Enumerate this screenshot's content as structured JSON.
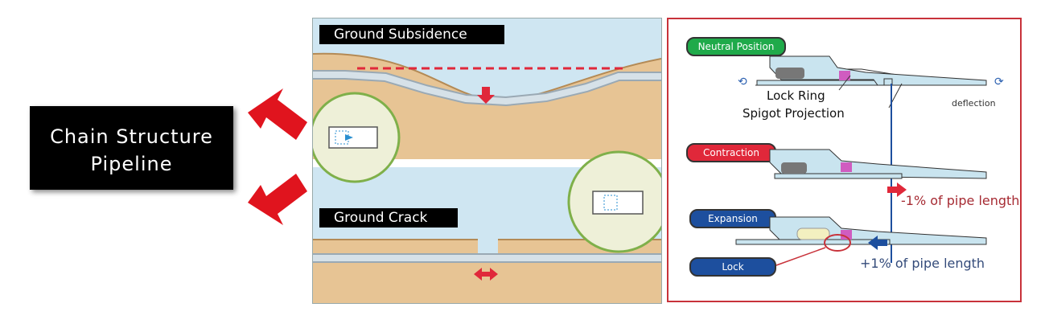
{
  "main_label": {
    "line1": "Chain Structure",
    "line2": "Pipeline"
  },
  "scenes": {
    "subsidence_label": "Ground Subsidence",
    "crack_label": "Ground Crack"
  },
  "joint_diagram": {
    "states": {
      "neutral": "Neutral Position",
      "contraction": "Contraction",
      "expansion": "Expansion",
      "lock": "Lock"
    },
    "parts": {
      "lock_ring": "Lock Ring",
      "spigot_projection": "Spigot Projection",
      "deflection": "deflection"
    },
    "limits": {
      "contraction": "-1% of pipe length",
      "expansion": "+1% of pipe length"
    }
  },
  "colors": {
    "neutral": "#1faa4a",
    "contraction": "#e0283a",
    "expansion": "#1d4f9e",
    "lock": "#1d4f9e",
    "frame": "#c8323a",
    "arrow": "#e0141e",
    "sky": "#cfe6f2",
    "ground": "#e7c494",
    "pipe": "#c9d6df",
    "joint": "#a9c8dc"
  }
}
